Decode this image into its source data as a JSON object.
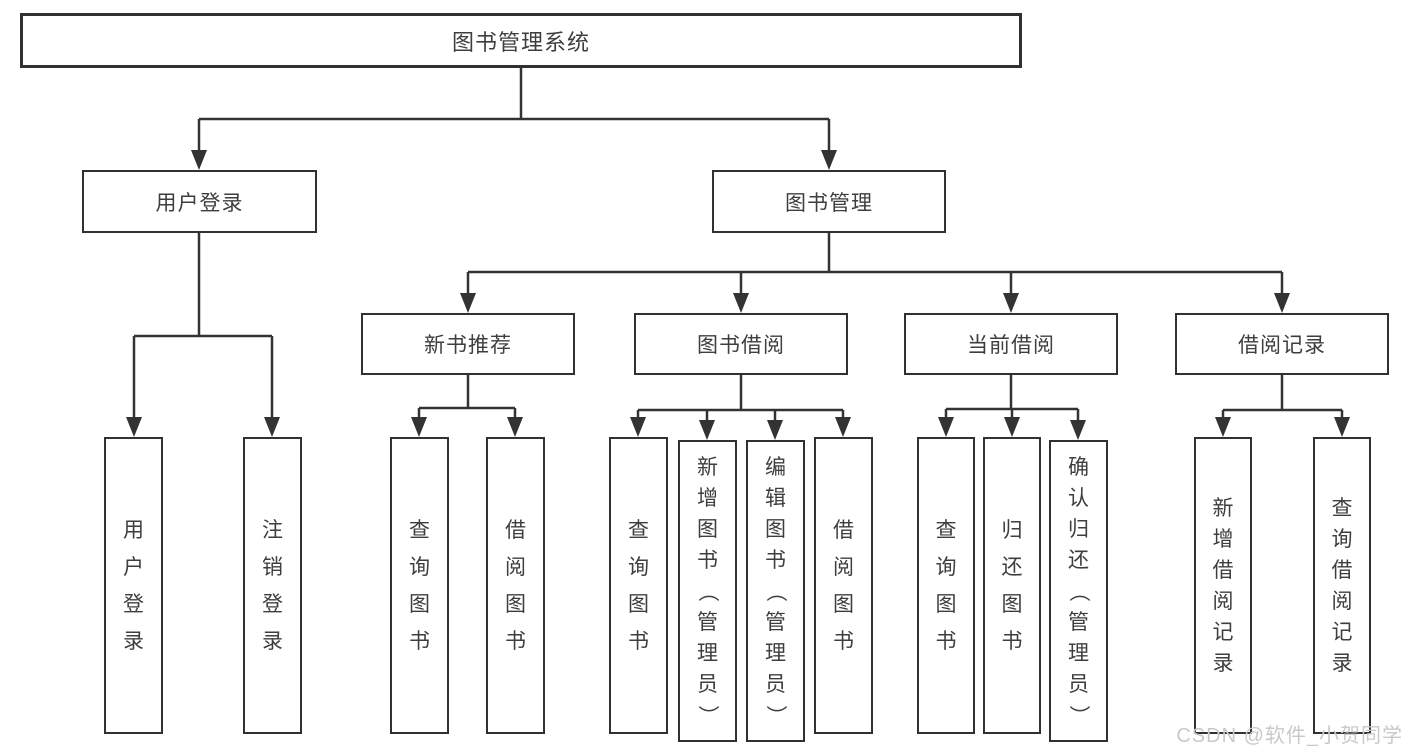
{
  "diagram": {
    "type": "tree-structure-chart",
    "colors": {
      "background": "#ffffff",
      "line": "#333333",
      "box_border": "#313131",
      "text": "#3e3e3e",
      "watermark": "#c9c9c9"
    },
    "nodes": {
      "root": "图书管理系统",
      "userLoginGroup": "用户登录",
      "bookMgmt": "图书管理",
      "newBookRec": "新书推荐",
      "bookBorrow": "图书借阅",
      "currentBorrow": "当前借阅",
      "borrowRecords": "借阅记录",
      "leafUserLogin": "用户登录",
      "leafLogout": "注销登录",
      "leafNbQuery": "查询图书",
      "leafNbBorrow": "借阅图书",
      "leafBbQuery": "查询图书",
      "leafBbAdd": "新增图书（管理员）",
      "leafBbEdit": "编辑图书（管理员）",
      "leafBbBorrow": "借阅图书",
      "leafCbQuery": "查询图书",
      "leafCbReturn": "归还图书",
      "leafCbConfirm": "确认归还（管理员）",
      "leafBrAdd": "新增借阅记录",
      "leafBrQuery": "查询借阅记录"
    },
    "watermark": "CSDN @软件_小贺同学"
  }
}
